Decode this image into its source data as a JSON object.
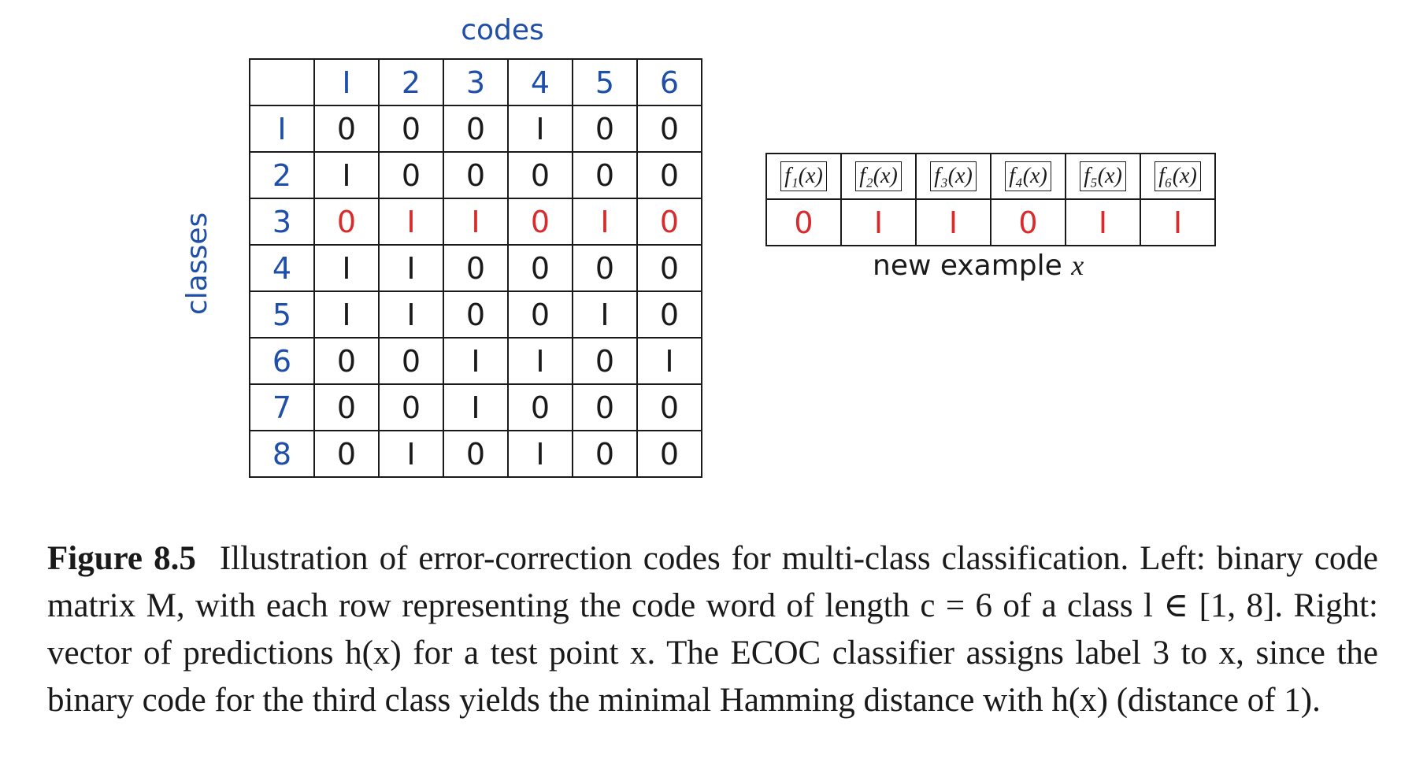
{
  "figure": {
    "codes_label": "codes",
    "classes_label": "classes",
    "column_headers": [
      "I",
      "2",
      "3",
      "4",
      "5",
      "6"
    ],
    "rows": [
      {
        "label": "I",
        "values": [
          "0",
          "0",
          "0",
          "I",
          "0",
          "0"
        ],
        "highlighted": false
      },
      {
        "label": "2",
        "values": [
          "I",
          "0",
          "0",
          "0",
          "0",
          "0"
        ],
        "highlighted": false
      },
      {
        "label": "3",
        "values": [
          "0",
          "I",
          "I",
          "0",
          "I",
          "0"
        ],
        "highlighted": true
      },
      {
        "label": "4",
        "values": [
          "I",
          "I",
          "0",
          "0",
          "0",
          "0"
        ],
        "highlighted": false
      },
      {
        "label": "5",
        "values": [
          "I",
          "I",
          "0",
          "0",
          "I",
          "0"
        ],
        "highlighted": false
      },
      {
        "label": "6",
        "values": [
          "0",
          "0",
          "I",
          "I",
          "0",
          "I"
        ],
        "highlighted": false
      },
      {
        "label": "7",
        "values": [
          "0",
          "0",
          "I",
          "0",
          "0",
          "0"
        ],
        "highlighted": false
      },
      {
        "label": "8",
        "values": [
          "0",
          "I",
          "0",
          "I",
          "0",
          "0"
        ],
        "highlighted": false
      }
    ],
    "predictions": {
      "functions": [
        "f₁(x)",
        "f₂(x)",
        "f₃(x)",
        "f₄(x)",
        "f₅(x)",
        "f₆(x)"
      ],
      "values": [
        "0",
        "I",
        "I",
        "0",
        "I",
        "I"
      ],
      "label_text": "new example ",
      "label_var": "x"
    }
  },
  "caption": {
    "figure_number": "Figure 8.5",
    "text": "Illustration of error-correction codes for multi-class classification. Left: binary code matrix M, with each row representing the code word of length c = 6 of a class l ∈ [1, 8]. Right: vector of predictions h(x) for a test point x. The ECOC classifier assigns label 3 to x, since the binary code for the third class yields the minimal Hamming distance with h(x) (distance of 1)."
  },
  "colors": {
    "header_blue": "#1f4fa8",
    "highlight_red": "#d92b2b",
    "text_black": "#1a1a1a"
  }
}
